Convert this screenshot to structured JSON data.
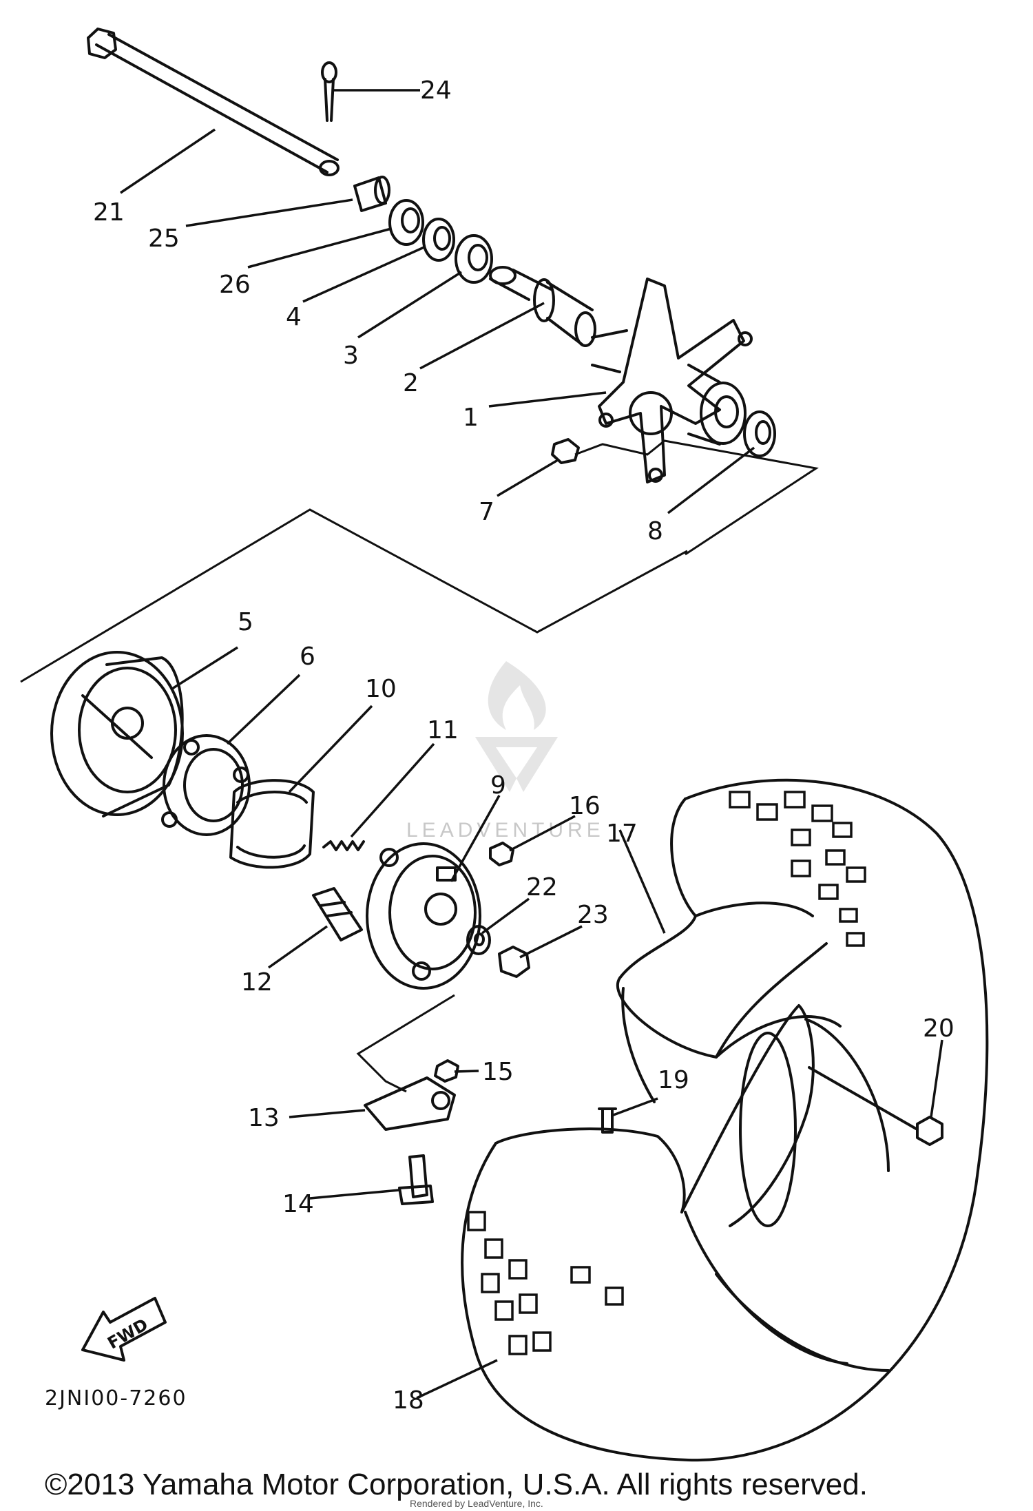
{
  "callouts": [
    "1",
    "2",
    "3",
    "4",
    "5",
    "6",
    "7",
    "8",
    "9",
    "10",
    "11",
    "12",
    "13",
    "14",
    "15",
    "16",
    "17",
    "18",
    "19",
    "20",
    "21",
    "22",
    "23",
    "24",
    "25",
    "26"
  ],
  "diagram_code": "2JNI00-7260",
  "fwd_label": "FWD",
  "copyright": "©2013 Yamaha Motor Corporation, U.S.A. All rights reserved.",
  "render_credit": "Rendered by LeadVenture, Inc.",
  "watermark": "LEADVENTURE"
}
